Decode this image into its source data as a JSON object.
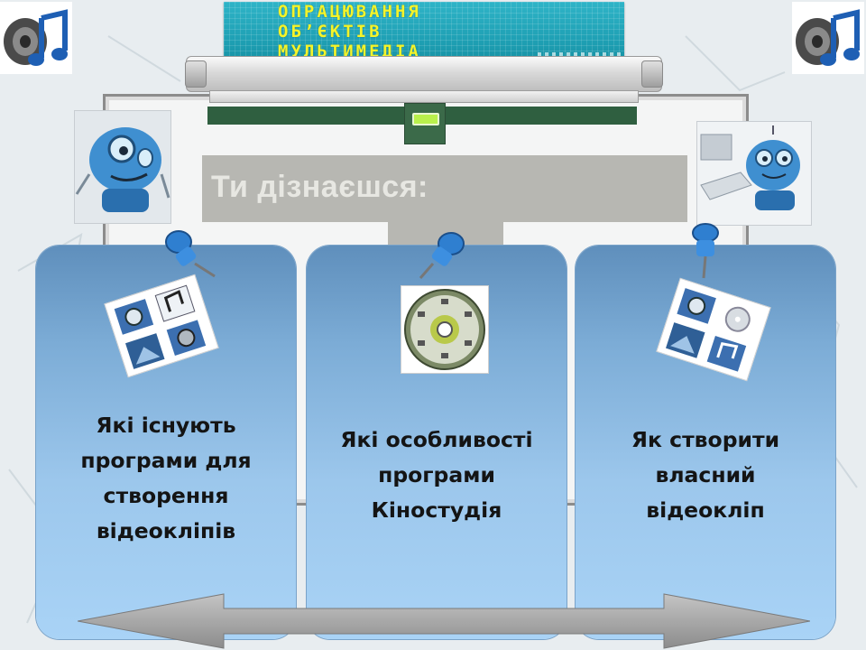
{
  "slide": {
    "title_lines": [
      "ОПРАЦЮВАННЯ",
      "ОБ’ЄКТІВ",
      "МУЛЬТИМЕДІА"
    ],
    "heading": "Ти дізнаєшся:",
    "columns": [
      {
        "lines": [
          "Які існують",
          "програми для",
          "створення",
          "відеокліпів"
        ]
      },
      {
        "lines": [
          "Які особливості",
          "програми",
          "Кіностудія"
        ]
      },
      {
        "lines": [
          "Як створити",
          "власний",
          "відеокліп"
        ]
      }
    ]
  },
  "icons": {
    "left_corner": "speaker-music-note-icon",
    "right_corner": "speaker-music-note-icon",
    "pushpin": "pushpin-icon",
    "media_collage": "media-collage-icon",
    "disc": "cd-disc-icon",
    "robot": "robot-character-icon",
    "double_arrow": "double-arrow-icon"
  },
  "colors": {
    "title_bg": "#1e9fb3",
    "title_text": "#f4f42a",
    "heading_bg": "#b7b7b2",
    "heading_text": "#e7e7e2",
    "column_top": "#5f8fbc",
    "column_bottom": "#a9d3f6",
    "arrow": "#9a9a9a"
  }
}
